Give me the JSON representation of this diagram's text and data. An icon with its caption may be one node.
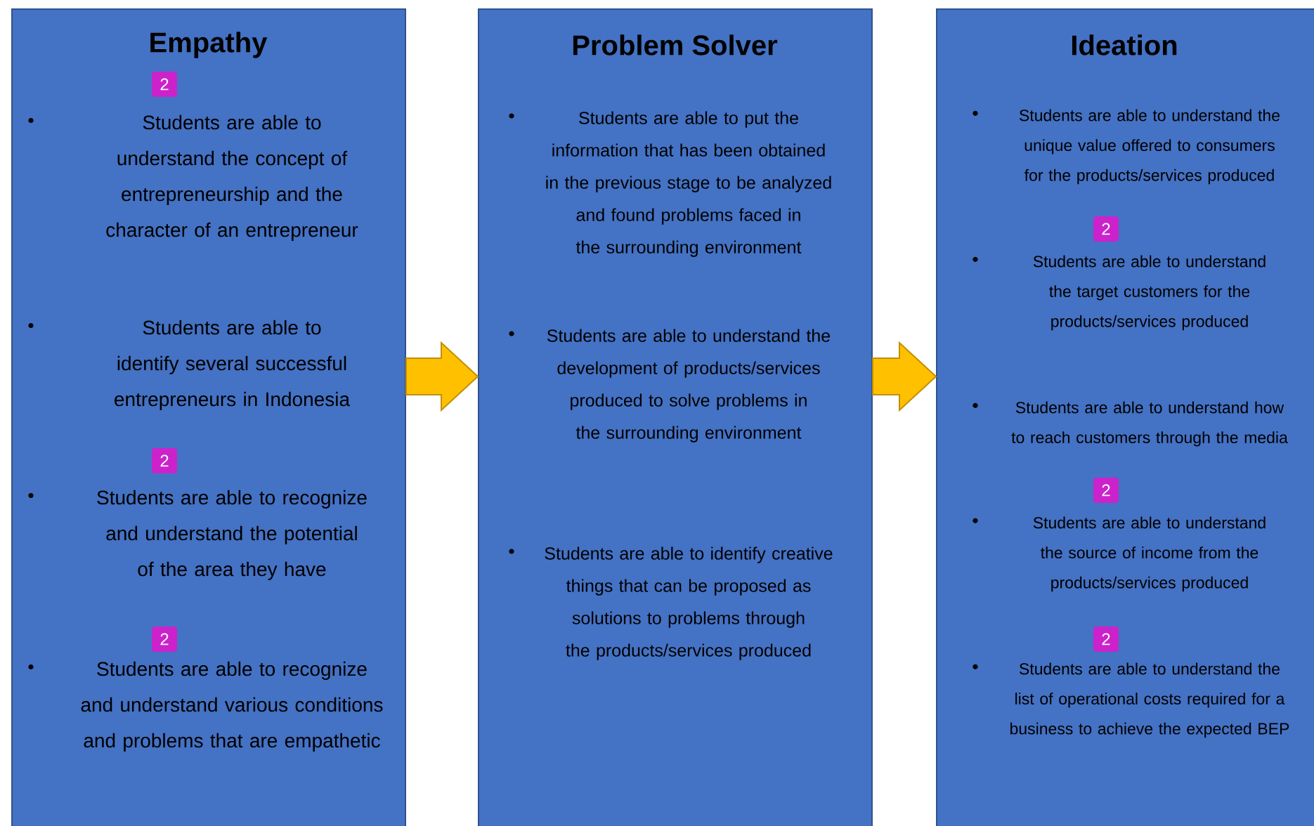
{
  "diagram": {
    "nodes": [
      {
        "text": [
          "Empathy",
          "Students are able to understand the concept of entrepreneurship and the character of an entrepreneur",
          "Students are able to identify several successful entrepreneurs in Indonesia",
          "Students are able to recognize and understand the potential of the area they have",
          "Students are able to recognize and understand various conditions and problems that are empathetic"
        ]
      },
      {
        "text": [
          "Problem Solver",
          "Students are able to put the information that has been obtained in the previous stage to be analyzed and found problems faced in the surrounding environment",
          "Students are able to understand the development of products/services produced to solve problems in the surrounding environment",
          "Students are able to identify creative things that can be proposed as solutions to problems through the products/services produced"
        ]
      },
      {
        "text": [
          "Ideation",
          "Students are able to understand the unique value offered to consumers for the products/services produced",
          "Students are able to understand the target customers for the products/services produced",
          "Students are able to understand how to reach customers through the media",
          "Students are able to understand the source of income from the products/services produced",
          "Students are able to understand the list of operational costs required for a business to achieve the expected BEP"
        ]
      }
    ],
    "edges": [
      {
        "from": 0,
        "to": 1,
        "arrow": "to"
      },
      {
        "from": 1,
        "to": 2,
        "arrow": "to"
      }
    ],
    "labels": [
      "2",
      "2",
      "2",
      "2",
      "2",
      "2"
    ]
  }
}
